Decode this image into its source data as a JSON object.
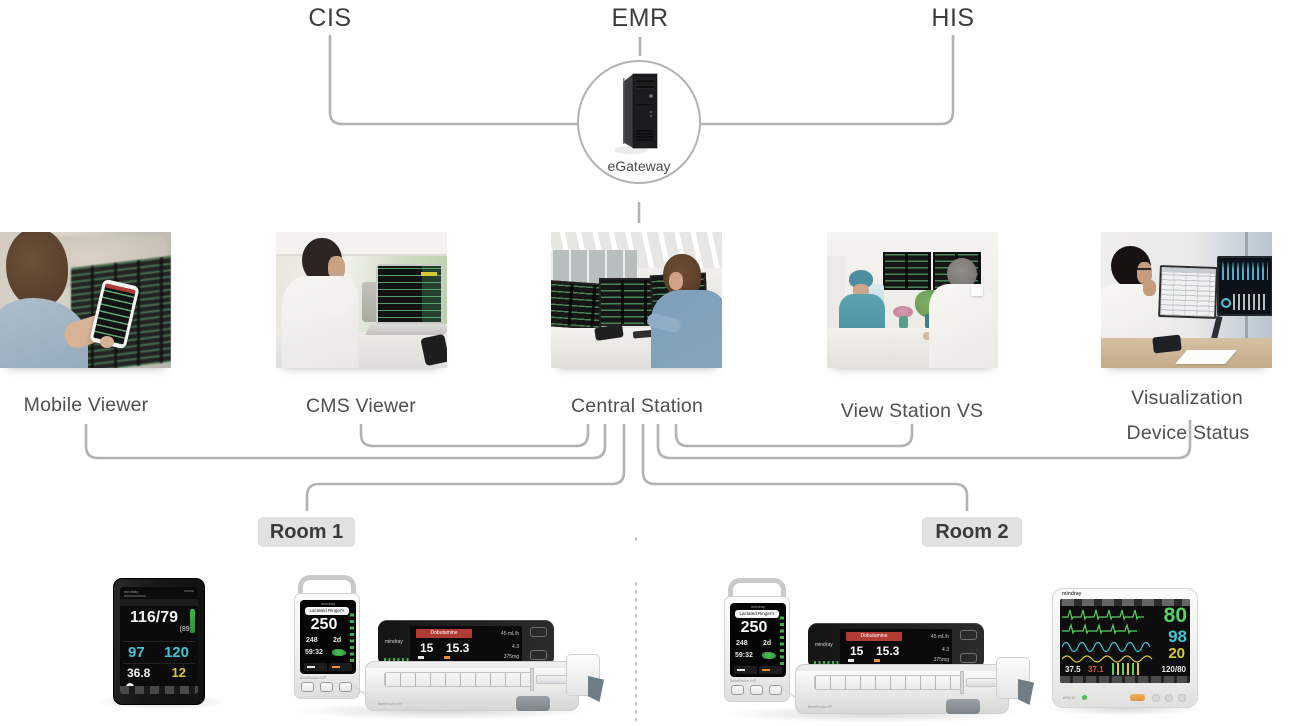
{
  "top_systems": {
    "cis": "CIS",
    "emr": "EMR",
    "his": "HIS"
  },
  "gateway": {
    "label": "eGateway"
  },
  "stations": [
    {
      "label": "Mobile Viewer"
    },
    {
      "label": "CMS Viewer"
    },
    {
      "label": "Central Station"
    },
    {
      "label": "View Station VS"
    },
    {
      "label_line1": "Visualization",
      "label_line2": "Device Status"
    }
  ],
  "rooms": {
    "room1": "Room 1",
    "room2": "Room 2"
  },
  "devices": {
    "tablet_monitor": {
      "brand": "mindray",
      "nibp": "116/79",
      "nibp_mean": "(89)",
      "spo2": "97",
      "pr": "120",
      "temp": "36.8",
      "rr": "12"
    },
    "infusion_supervisor": {
      "brand": "mindray",
      "drug": "Lactated Ringer's",
      "volume": "250",
      "delivered": "248",
      "duration": "2d",
      "time_left": "59:32",
      "model": "BeneFusion nVP"
    },
    "syringe_pump": {
      "brand": "mindray",
      "drug": "Dobutamine",
      "rate": "15",
      "rate2": "15.3",
      "flow": "45 mL/h",
      "value": "4.3",
      "dose": "375mg",
      "model": "BeneFusion SP"
    },
    "bedside_monitor": {
      "brand": "mindray",
      "hr": "80",
      "spo2": "98",
      "resp": "20",
      "temp1": "37.5",
      "temp2": "37.1",
      "nibp": "120/80",
      "model": "ePM 12"
    }
  },
  "colors": {
    "connector_line": "#b2b2b2",
    "badge_bg": "#e2e2e2",
    "label_text": "#4f4f4f",
    "hr_green": "#57d163",
    "spo2_cyan": "#3fc6d4",
    "resp_yellow": "#d9ca35",
    "alarm_red": "#e05048",
    "pump_banner_red": "#b23b34",
    "led_green": "#3fae4a"
  }
}
